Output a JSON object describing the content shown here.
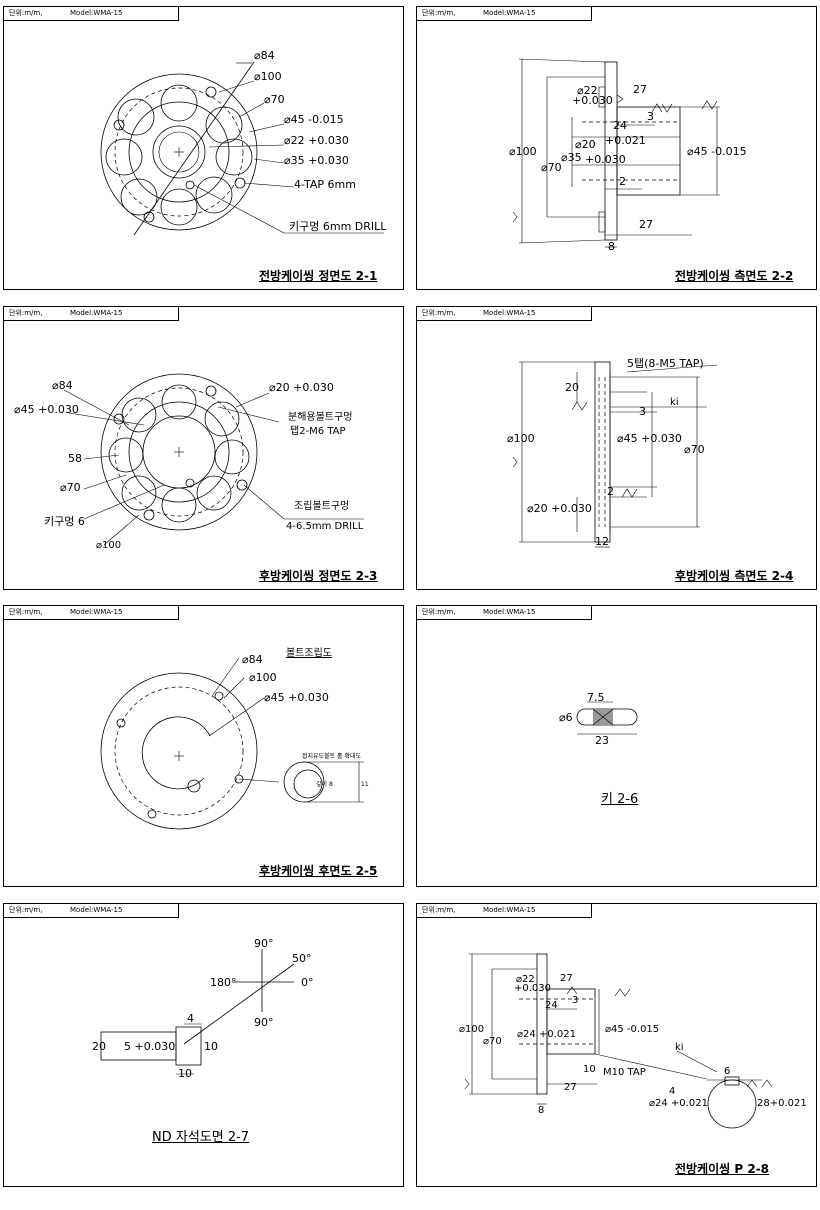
{
  "header": {
    "unit": "단위:m/m,",
    "model": "Model:WMA-15"
  },
  "s1": {
    "title": "전방케이씽 정면도 2-1",
    "labels": [
      "⌀84",
      "⌀100",
      "⌀70",
      "⌀45 -0.015",
      "⌀22 +0.030",
      "⌀35 +0.030",
      "4-TAP 6mm",
      "키구멍 6mm DRILL"
    ]
  },
  "s2": {
    "title": "전방케이씽 측면도 2-2",
    "labels": [
      "⌀22",
      "+0.030",
      "27",
      "3",
      "24",
      "⌀20",
      "+0.021",
      "⌀100",
      "⌀70",
      "⌀35",
      "+0.030",
      "⌀45 -0.015",
      "2",
      "27",
      "8"
    ]
  },
  "s3": {
    "title": "후방케이씽 정면도 2-3",
    "labels": [
      "⌀84",
      "⌀20 +0.030",
      "⌀45 +0.030",
      "분해용볼트구멍",
      "탭2-M6 TAP",
      "58",
      "⌀70",
      "조립볼트구멍",
      "4-6.5mm DRILL",
      "키구멍 6",
      "⌀100"
    ]
  },
  "s4": {
    "title": "후방케이씽 측면도 2-4",
    "labels": [
      "5탭(8-M5 TAP)",
      "20",
      "ki",
      "3",
      "⌀100",
      "⌀45 +0.030",
      "⌀70",
      "2",
      "⌀20 +0.030",
      "12"
    ]
  },
  "s5": {
    "title": "후방케이씽 후면도 2-5",
    "labels": [
      "⌀84",
      "볼트조립도",
      "⌀100",
      "⌀45 +0.030",
      "접지유도볼트 홀 확대도",
      "깊이 8",
      "11"
    ]
  },
  "s6": {
    "title": "키 2-6",
    "labels": [
      "7.5",
      "⌀6",
      "23"
    ]
  },
  "s7": {
    "title": "ND 자석도면 2-7",
    "labels": [
      "90°",
      "50°",
      "180°",
      "0°",
      "90°",
      "4",
      "20",
      "5 +0.030",
      "10",
      "10"
    ]
  },
  "s8": {
    "title": "전방케이씽 P 2-8",
    "labels": [
      "⌀22",
      "+0.030",
      "27",
      "3",
      "24",
      "⌀100",
      "⌀70",
      "⌀24 +0.021",
      "⌀45 -0.015",
      "ki",
      "10",
      "M10 TAP",
      "27",
      "6",
      "4",
      "⌀24 +0.021",
      "28+0.021",
      "8"
    ]
  }
}
